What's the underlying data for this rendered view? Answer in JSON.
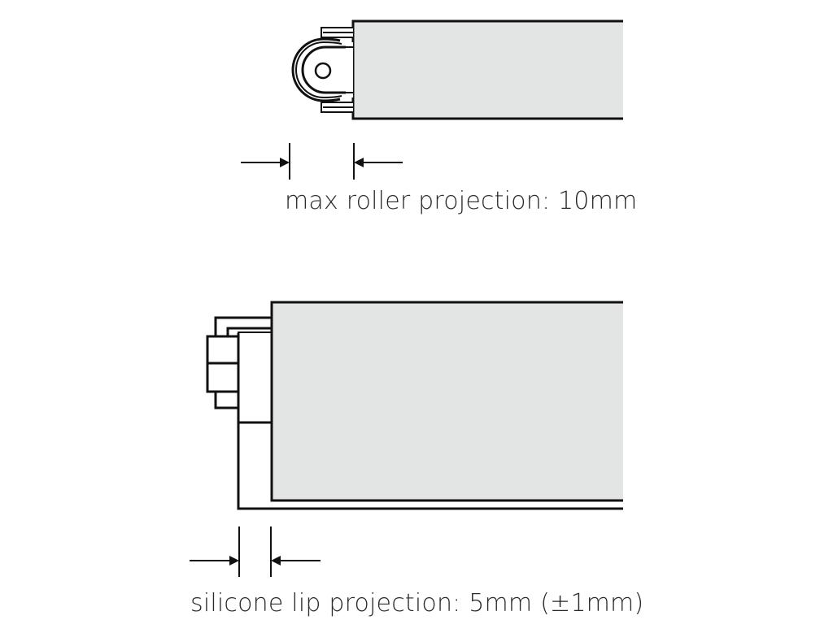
{
  "diagram": {
    "top_figure": {
      "name": "roller-assembly",
      "dimension_label": "max roller projection: 10mm",
      "dimension_value": "10mm",
      "panel_fill": "#e3e4e4"
    },
    "bottom_figure": {
      "name": "silicone-lip-assembly",
      "dimension_label": "silicone lip projection: 5mm (±1mm)",
      "dimension_value": "5mm",
      "tolerance": "±1mm",
      "panel_fill": "#e3e4e4"
    },
    "colors": {
      "line": "#111111",
      "panel": "#e3e4e4",
      "background": "#ffffff",
      "text": "#2a2a2a"
    }
  }
}
